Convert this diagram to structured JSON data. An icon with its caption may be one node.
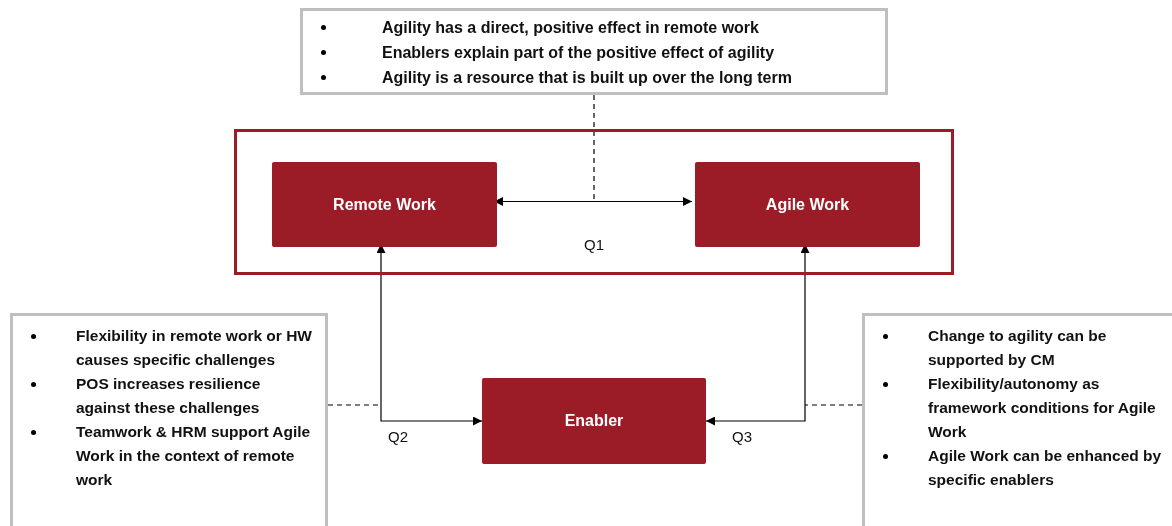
{
  "diagram": {
    "nodes": [
      {
        "text": [
          "Agility has a direct, positive effect in remote work",
          "Enablers explain part of the positive effect of agility",
          "Agility is a resource that is built up over the long term"
        ]
      },
      {
        "text": [],
        "shape": "box"
      },
      {
        "text": [
          "Remote Work"
        ],
        "in": 1
      },
      {
        "text": [
          "Agile Work"
        ],
        "in": 1
      },
      {
        "text": [
          "Flexibility in remote work or HW causes specific challenges",
          "POS increases resilience against these challenges",
          "Teamwork & HRM support Agile Work in the context of remote work"
        ]
      },
      {
        "text": [
          "Enabler"
        ]
      },
      {
        "text": [
          "Change to agility can be supported by CM",
          "Flexibility/autonomy as framework conditions for Agile Work",
          "Agile Work can be enhanced by specific enablers"
        ]
      }
    ],
    "edges": [
      {
        "from": 2,
        "to": 3,
        "arrow": "both",
        "label": "Q1"
      },
      {
        "from": 2,
        "to": 5,
        "arrow": "both",
        "label": "Q2"
      },
      {
        "from": 3,
        "to": 5,
        "arrow": "both",
        "label": "Q3"
      },
      {
        "from": 0,
        "to": null,
        "arrow": "none",
        "style": "dashed"
      },
      {
        "from": 4,
        "to": null,
        "arrow": "none",
        "style": "dashed"
      },
      {
        "from": 6,
        "to": null,
        "arrow": "none",
        "style": "dashed"
      }
    ]
  }
}
